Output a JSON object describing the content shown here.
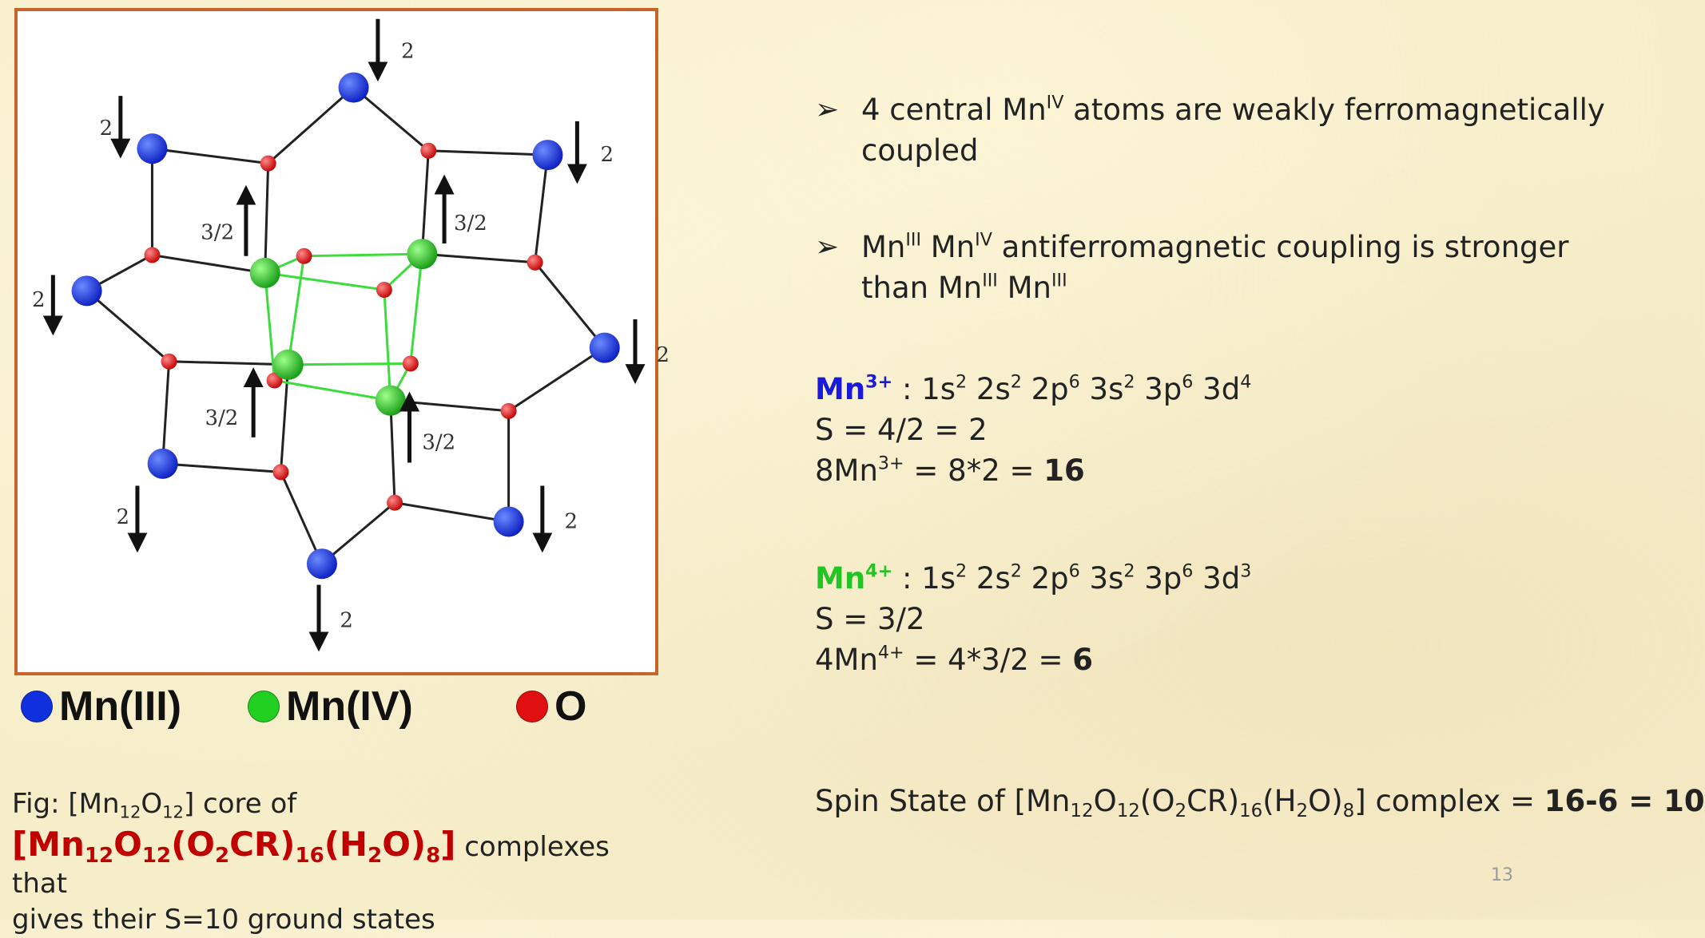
{
  "figure": {
    "spin_labels": {
      "two": "2",
      "three_half": "3/2"
    },
    "legend": [
      {
        "label": "Mn(III)",
        "color": "#1030e0"
      },
      {
        "label": "Mn(IV)",
        "color": "#22d022"
      },
      {
        "label": "O",
        "color": "#e01010"
      }
    ]
  },
  "caption": {
    "line1_a": "Fig: [Mn",
    "line1_s1": "12",
    "line1_b": "O",
    "line1_s2": "12",
    "line1_c": "] core of",
    "f_a": "[Mn",
    "f_s1": "12",
    "f_b": "O",
    "f_s2": "12",
    "f_c": "(O",
    "f_s3": "2",
    "f_d": "CR)",
    "f_s4": "16",
    "f_e": "(H",
    "f_s5": "2",
    "f_f": "O)",
    "f_s6": "8",
    "f_g": "]",
    "line2_rest": " complexes that",
    "line3": "gives their S=10 ground states"
  },
  "bullets": {
    "marker": "➢",
    "b1_a": "4 central Mn",
    "b1_sup": "IV",
    "b1_b": " atoms are weakly ferromagnetically coupled",
    "b2_a": "Mn",
    "b2_sup1": "III",
    "b2_b": " Mn",
    "b2_sup2": "IV",
    "b2_c": "  antiferromagnetic coupling is stronger than Mn",
    "b2_sup3": "III",
    "b2_d": " Mn",
    "b2_sup4": "III"
  },
  "mn3": {
    "label": "Mn",
    "charge": "3+",
    "config_prefix": "  :  1s",
    "e1": "2",
    "p2": " 2s",
    "e2": "2",
    "p3": " 2p",
    "e3": "6",
    "p4": " 3s",
    "e4": "2",
    "p5": " 3p",
    "e5": "6",
    "p6": " 3d",
    "e6": "4",
    "spin_line": "S = 4/2 = 2",
    "total_a": "8Mn",
    "total_charge": "3+",
    "total_b": " = 8*2 = ",
    "total_value": "16"
  },
  "mn4": {
    "label": "Mn",
    "charge": "4+",
    "config_prefix": "  :  1s",
    "e1": "2",
    "p2": " 2s",
    "e2": "2",
    "p3": " 2p",
    "e3": "6",
    "p4": " 3s",
    "e4": "2",
    "p5": " 3p",
    "e5": "6",
    "p6": " 3d",
    "e6": "3",
    "spin_line": "S = 3/2",
    "total_a": "4Mn",
    "total_charge": "4+",
    "total_b": " = 4*3/2 = ",
    "total_value": "6"
  },
  "spin_state": {
    "a": "Spin State of [Mn",
    "s1": "12",
    "b": "O",
    "s2": "12",
    "c": "(O",
    "s3": "2",
    "d": "CR)",
    "s4": "16",
    "e": "(H",
    "s5": "2",
    "f": "O)",
    "s6": "8",
    "g": "] complex = ",
    "result": "16-6 = 10"
  },
  "page_number": "13"
}
